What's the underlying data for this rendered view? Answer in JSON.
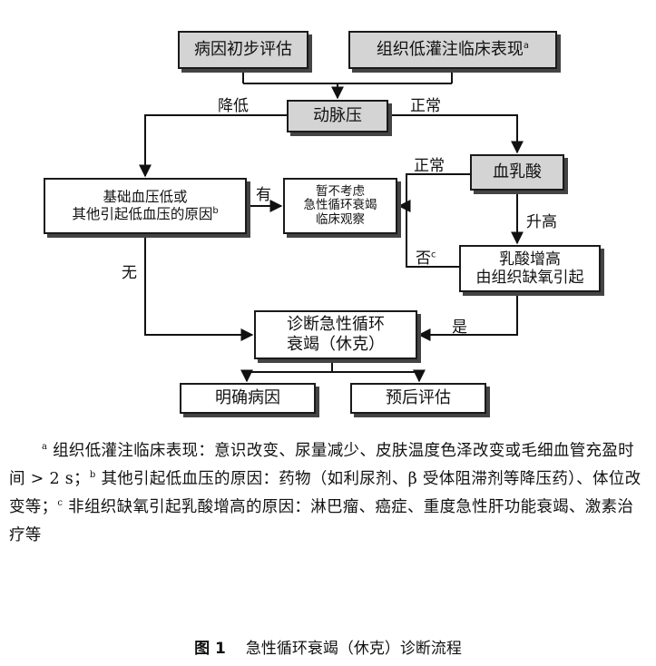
{
  "flowchart": {
    "etiology_box": "病因初步评估",
    "hypoperfusion_box": "组织低灌注临床表现",
    "hypoperfusion_sup": "a",
    "arterial_pressure_box": "动脉压",
    "label_decreased": "降低",
    "label_normal_1": "正常",
    "lactate_box": "血乳酸",
    "label_normal_2": "正常",
    "baseline_box_line1": "基础血压低或",
    "baseline_box_line2": "其他引起低血压的原因",
    "baseline_sup": "b",
    "label_yes_1": "有",
    "observe_box_line1": "暂不考虑",
    "observe_box_line2": "急性循环衰竭",
    "observe_box_line3": "临床观察",
    "label_increased": "升高",
    "label_no_1": "否",
    "no_sup": "c",
    "hypoxia_box_line1": "乳酸增高",
    "hypoxia_box_line2": "由组织缺氧引起",
    "label_none": "无",
    "label_yes_2": "是",
    "diagnosis_box_line1": "诊断急性循环",
    "diagnosis_box_line2": "衰竭（休克）",
    "cause_box": "明确病因",
    "prognosis_box": "预后评估"
  },
  "footnotes": {
    "a_sup": "a",
    "a_text": " 组织低灌注临床表现：意识改变、尿量减少、皮肤温度色泽改变或毛细血管充盈时间 > 2 s；",
    "b_sup": "b",
    "b_text": " 其他引起低血压的原因：药物（如利尿剂、β 受体阻滞剂等降压药）、体位改变等；",
    "c_sup": "c",
    "c_text": " 非组织缺氧引起乳酸增高的原因：淋巴瘤、癌症、重度急性肝功能衰竭、激素治疗等"
  },
  "caption": {
    "figure_number": "图 1",
    "title": "急性循环衰竭（休克）诊断流程"
  }
}
